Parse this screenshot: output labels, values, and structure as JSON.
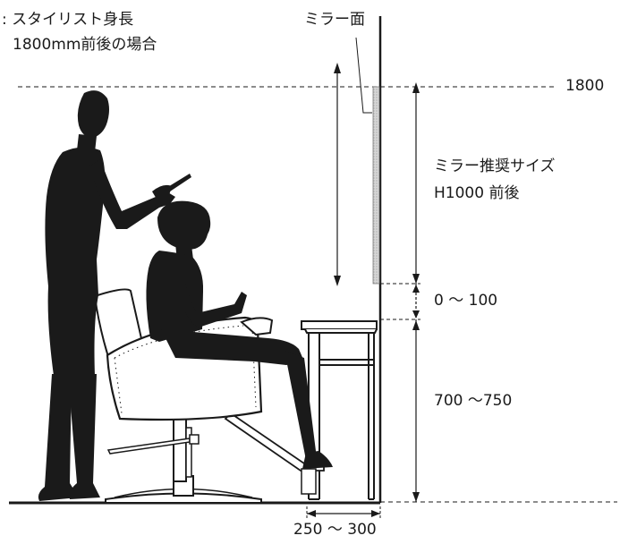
{
  "caption": {
    "line1": ": スタイリスト身長",
    "line2": "1800mm前後の場合"
  },
  "mirror_label": "ミラー面",
  "height_mark": "1800",
  "mirror_size": {
    "title": "ミラー推奨サイズ",
    "value": "H1000 前後"
  },
  "gap_range": "0 ～ 100",
  "counter_height": "700 ～750",
  "depth_range": "250 ～ 300",
  "colors": {
    "ink": "#1a1a1a",
    "mirror_fill": "#c8c8c8"
  }
}
